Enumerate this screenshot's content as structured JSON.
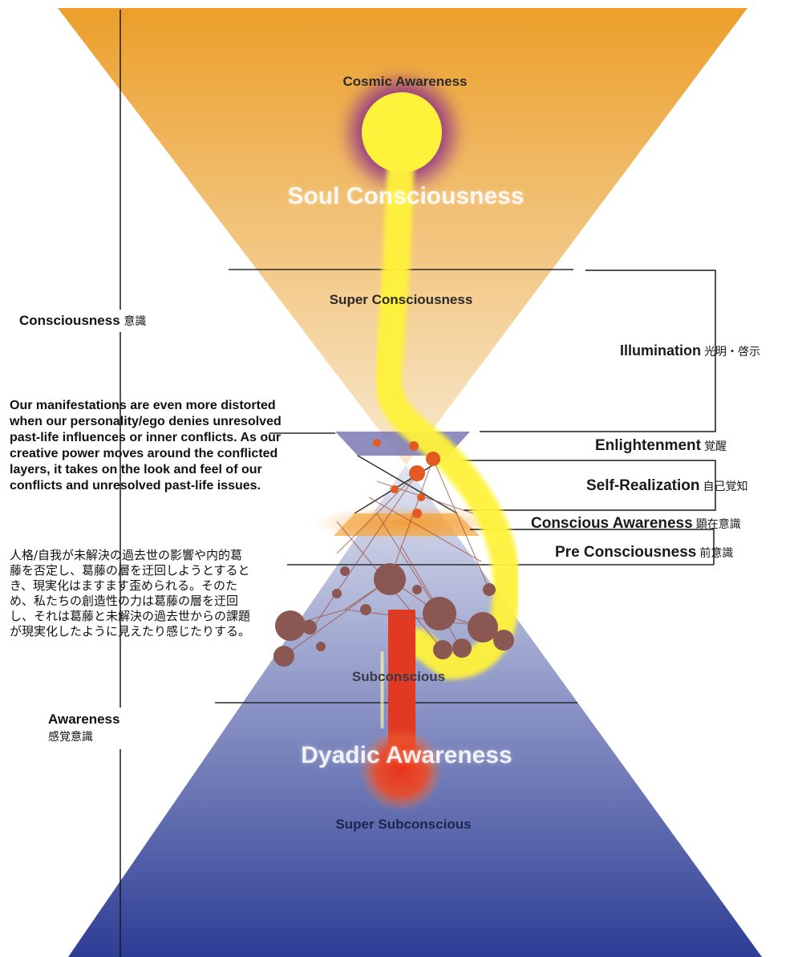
{
  "colors": {
    "top_cone_top": "#ec9f2a",
    "top_cone_bottom": "#f8e9cf",
    "bottom_cone_top": "#e2e6f2",
    "bottom_cone_bottom": "#2e3d95",
    "yellow_path": "#fff23a",
    "red_path": "#e23a22",
    "node_brown": "#8a5752",
    "node_orange": "#e25a22",
    "halo": "#8b2c8a",
    "line": "#1a1a1a"
  },
  "center_labels": {
    "cosmic_awareness": "Cosmic Awareness",
    "soul_consciousness": "Soul Consciousness",
    "super_consciousness": "Super Consciousness",
    "subconscious": "Subconscious",
    "dyadic_awareness": "Dyadic Awareness",
    "super_subconscious": "Super Subconscious"
  },
  "left": {
    "consciousness": {
      "en": "Consciousness",
      "jp": "意識"
    },
    "awareness": {
      "en": "Awareness",
      "jp": "感覚意識"
    },
    "text_en": "Our manifestations are even more distorted when our personality/ego denies unresolved past-life influences or inner conflicts. As our creative power moves around the conflicted layers, it takes on the look and feel of our conflicts and unresolved past-life issues.",
    "text_jp": "人格/自我が未解決の過去世の影響や内的葛藤を否定し、葛藤の層を迂回しようとするとき、現実化はますます歪められる。そのため、私たちの創造性の力は葛藤の層を迂回し、それは葛藤と未解決の過去世からの課題が現実化したように見えたり感じたりする。"
  },
  "right": {
    "illumination": {
      "en": "Illumination",
      "jp": "光明・啓示"
    },
    "enlightenment": {
      "en": "Enlightenment",
      "jp": "覚醒"
    },
    "self_realization": {
      "en": "Self-Realization",
      "jp": "自己覚知"
    },
    "conscious_awareness": {
      "en": "Conscious Awareness",
      "jp": "顕在意識"
    },
    "pre_consciousness": {
      "en": "Pre Consciousness",
      "jp": "前意識"
    }
  }
}
